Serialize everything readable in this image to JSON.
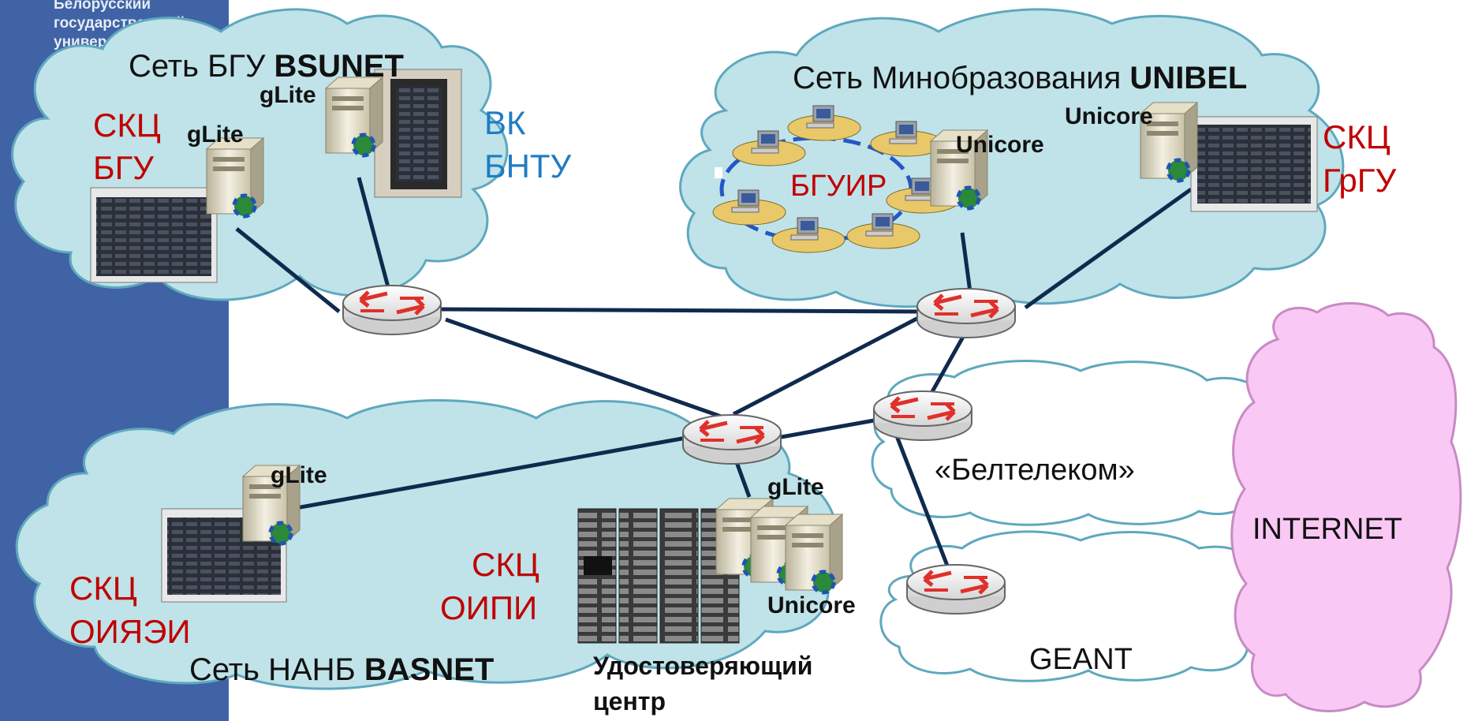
{
  "logo": {
    "text": "Белорусский\nгосударственный\nуниверситет"
  },
  "colors": {
    "sidebar": "#3f63a5",
    "cloud_network": "#bfe3e8",
    "cloud_provider": "#ffffff",
    "cloud_internet": "#f9c8f5",
    "red_text": "#c00000",
    "blue_text": "#1f7cc4",
    "link": "#0f2a4e"
  },
  "clouds": {
    "bsunet": {
      "title_prefix": "Сеть БГУ ",
      "title_bold": "BSUNET"
    },
    "unibel": {
      "title_prefix": "Сеть Минобразования  ",
      "title_bold": "UNIBEL"
    },
    "basnet": {
      "title_prefix": "Сеть НАНБ ",
      "title_bold": "BASNET"
    },
    "beltelecom": {
      "label": "«Белтелеком»"
    },
    "geant": {
      "label": "GEANT"
    },
    "internet": {
      "label": "INTERNET"
    }
  },
  "sites": {
    "skc_bgu": {
      "line1": "СКЦ",
      "line2": "БГУ"
    },
    "vk_bntu": {
      "line1": "ВК",
      "line2": "БНТУ"
    },
    "bguir": {
      "label": "БГУИР"
    },
    "skc_grgu": {
      "line1": "СКЦ",
      "line2": "ГрГУ"
    },
    "skc_oiyaei": {
      "line1": "СКЦ",
      "line2": "ОИЯЭИ"
    },
    "skc_oipi": {
      "line1": "СКЦ",
      "line2": "ОИПИ"
    },
    "ca": {
      "line1": "Удостоверяющий",
      "line2": "центр"
    }
  },
  "middleware": {
    "glite_bgu": "gLite",
    "glite_bntu": "gLite",
    "glite_oiyaei": "gLite",
    "glite_oipi": "gLite",
    "unicore_bguir": "Unicore",
    "unicore_grgu": "Unicore",
    "unicore_oipi": "Unicore"
  }
}
